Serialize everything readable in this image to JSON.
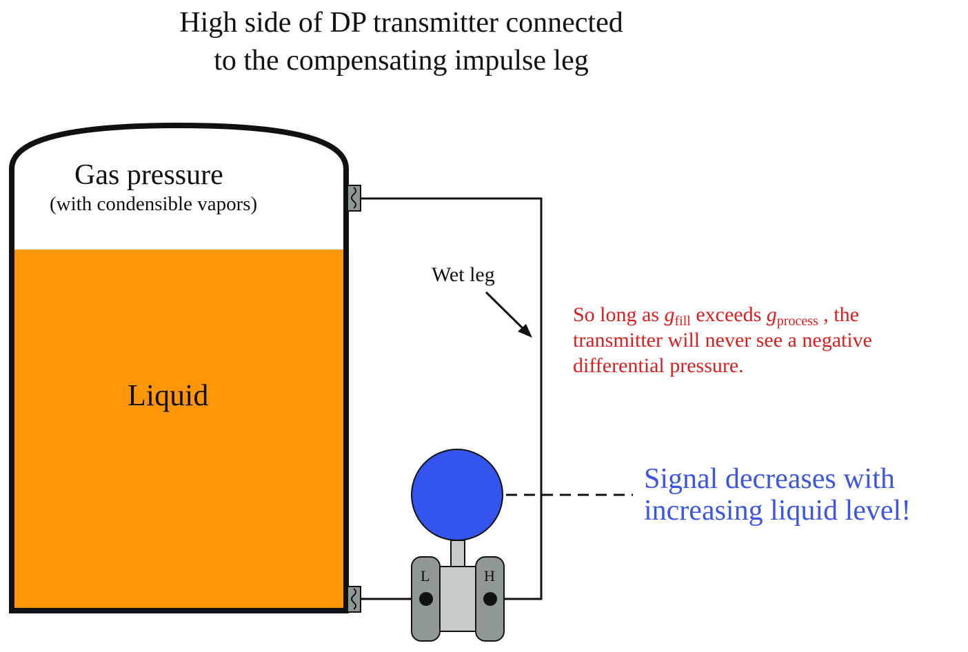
{
  "title": {
    "line1": "High side of DP transmitter connected",
    "line2": "to the compensating impulse leg"
  },
  "tank": {
    "gas_label": "Gas pressure",
    "gas_sublabel": "(with condensible vapors)",
    "liquid_label": "Liquid",
    "liquid_color": "#ff9608",
    "wall_color": "#111111"
  },
  "wet_leg": {
    "label": "Wet leg"
  },
  "note": {
    "pre": "So long as ",
    "var1": "g",
    "sub1": "fill",
    "mid": " exceeds ",
    "var2": "g",
    "sub2": "process",
    "post": " , the",
    "line2": "transmitter will never see a negative",
    "line3": "differential pressure.",
    "color": "#e01b1b"
  },
  "signal": {
    "line1": "Signal decreases with",
    "line2": "increasing liquid level!",
    "color": "#3b55e6"
  },
  "transmitter": {
    "low_port_label": "L",
    "high_port_label": "H",
    "head_color": "#3355ee",
    "body_color": "#c8ccc9",
    "capsule_color": "#8f9893"
  }
}
